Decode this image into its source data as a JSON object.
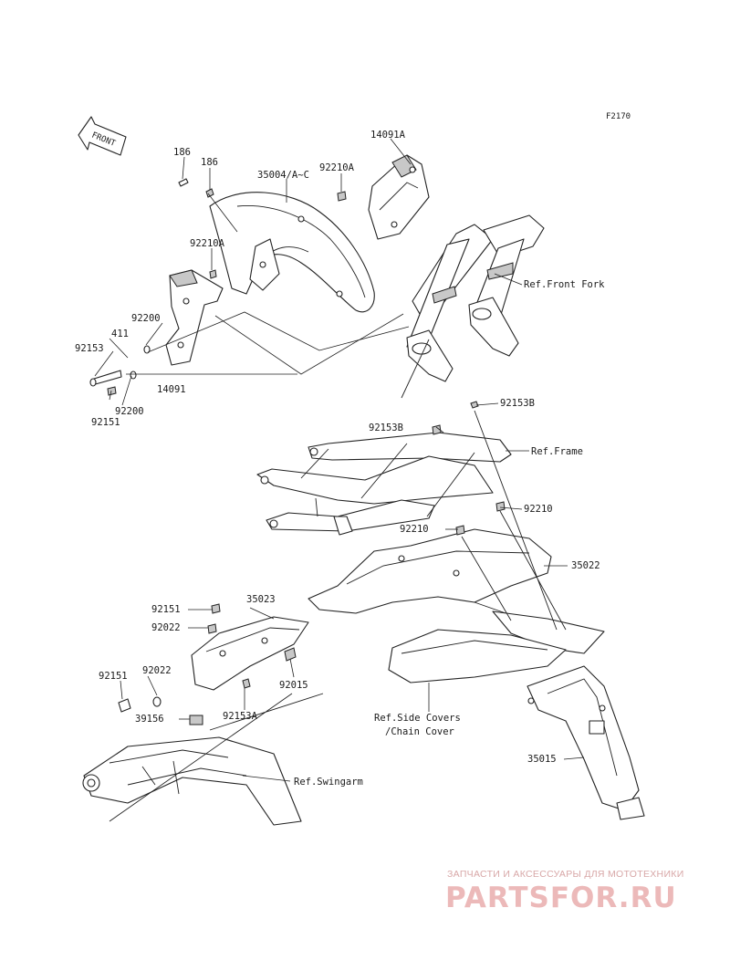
{
  "diagram_code": "F2170",
  "front_label": "FRONT",
  "labels": {
    "l186a": "186",
    "l186b": "186",
    "l35004": "35004/A~C",
    "l92210A_a": "92210A",
    "l14091A": "14091A",
    "l92210A_b": "92210A",
    "l92200a": "92200",
    "l411": "411",
    "l92153": "92153",
    "l14091": "14091",
    "l92200b": "92200",
    "l92151a": "92151",
    "l92153B_a": "92153B",
    "l92153B_b": "92153B",
    "l92210a": "92210",
    "l92210b": "92210",
    "l35022": "35022",
    "l35023": "35023",
    "l92151b": "92151",
    "l92022a": "92022",
    "l92022b": "92022",
    "l92151c": "92151",
    "l92015": "92015",
    "l39156": "39156",
    "l92153A": "92153A",
    "l35015": "35015"
  },
  "refs": {
    "front_fork": "Ref.Front Fork",
    "frame": "Ref.Frame",
    "side_covers_1": "Ref.Side Covers",
    "side_covers_2": "/Chain Cover",
    "swingarm": "Ref.Swingarm"
  },
  "watermark": {
    "tagline": "ЗАПЧАСТИ И АКСЕССУАРЫ ДЛЯ МОТОТЕХНИКИ",
    "brand": "PARTSFOR.RU"
  }
}
